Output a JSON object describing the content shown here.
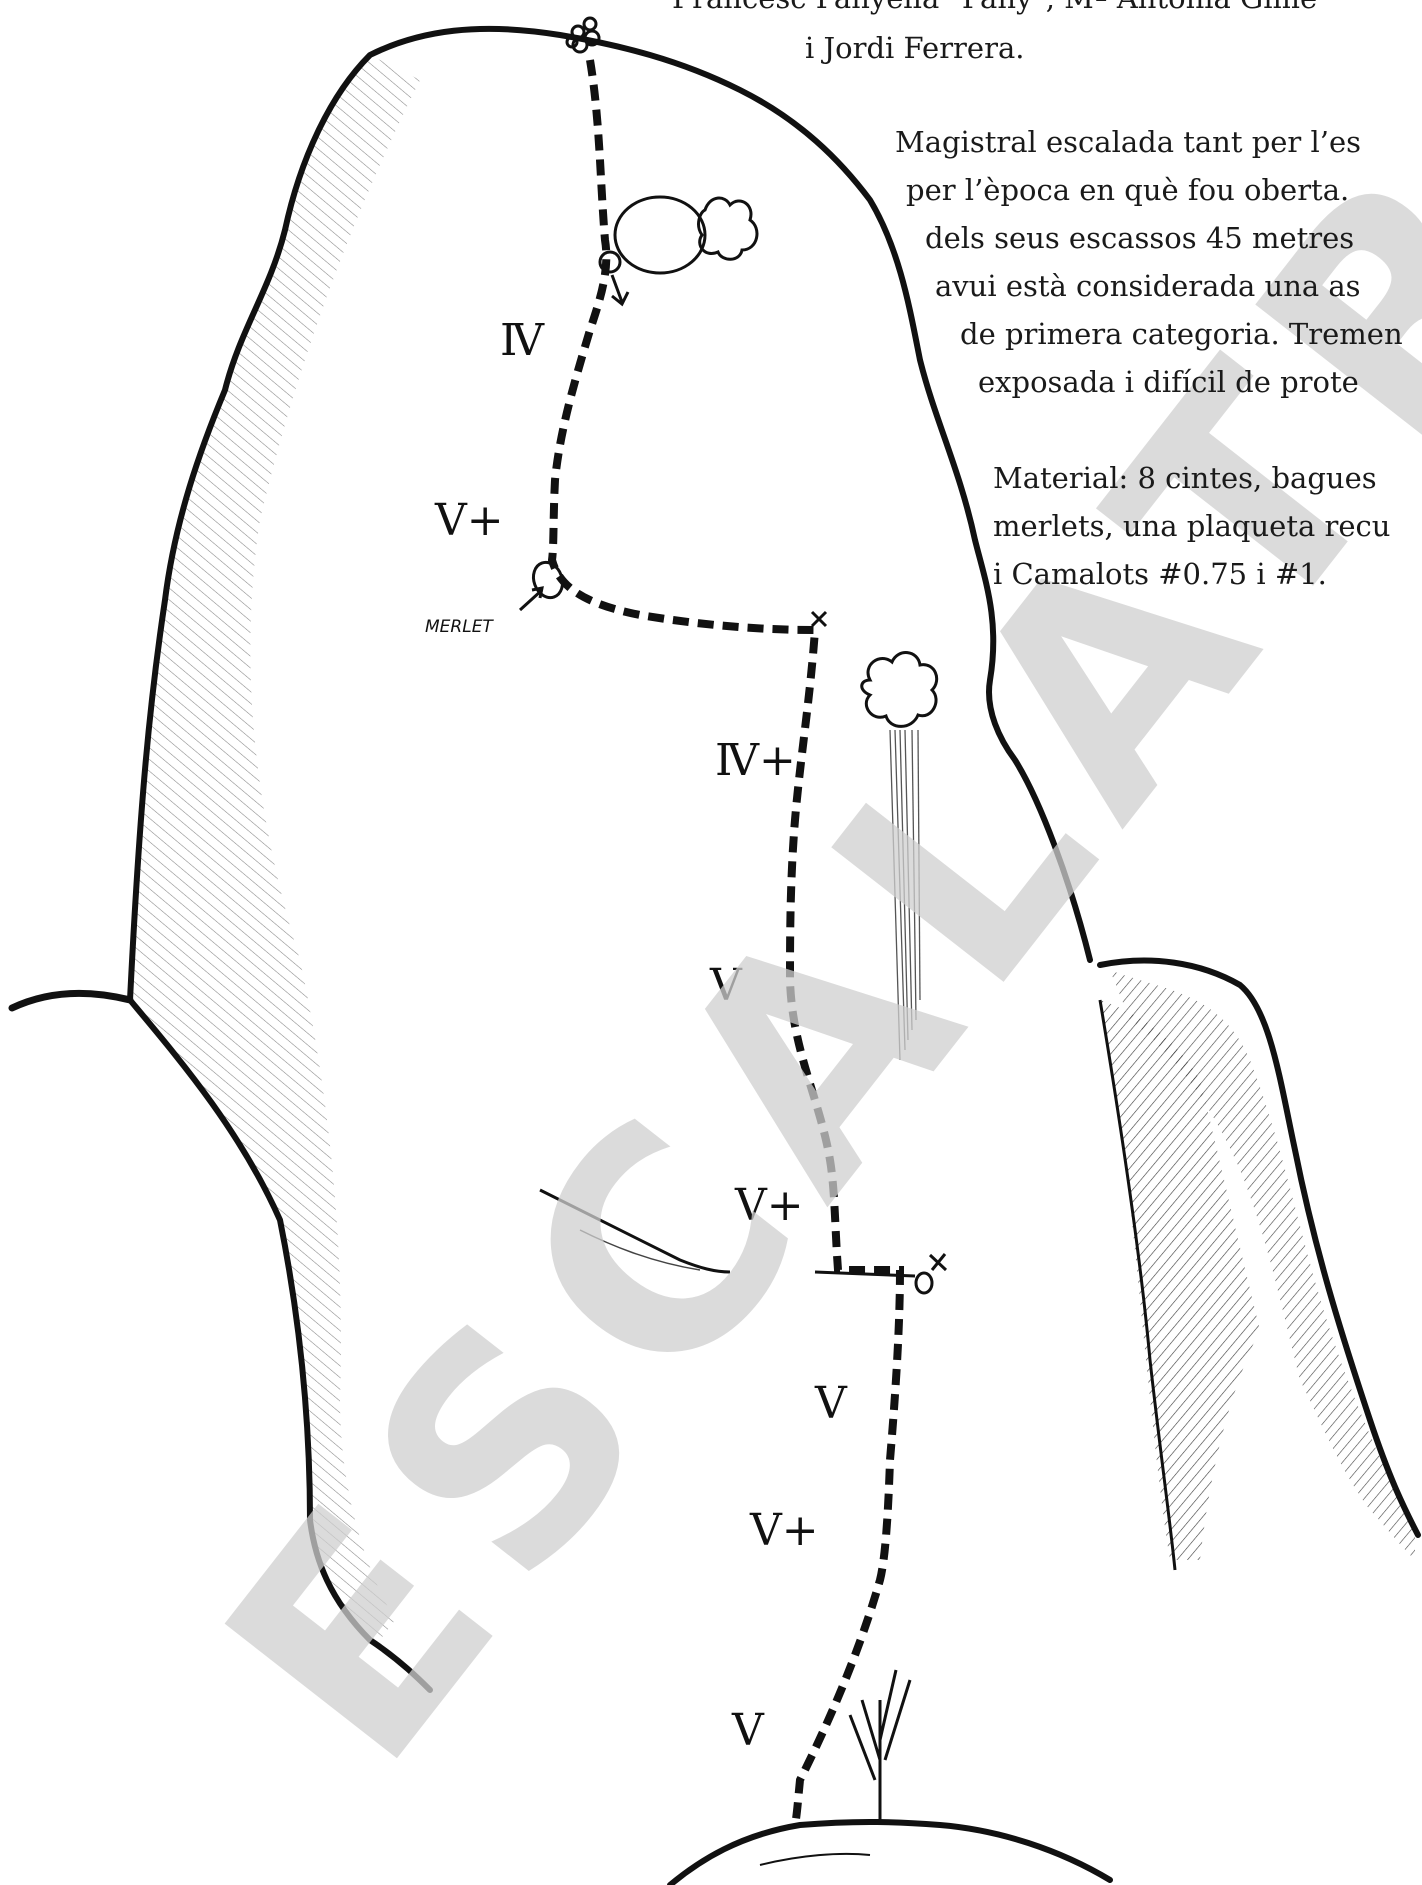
{
  "text": {
    "credits": [
      "Francesc Pahyella \"Pany\", Mª Antònia Gimé",
      "i Jordi Ferrera."
    ],
    "description": [
      "Magistral escalada tant per l’es",
      "per l’època en què fou oberta. ",
      "dels seus escassos 45 metres",
      "avui està considerada una as",
      "de primera categoria. Tremen",
      "exposada i difícil de prote"
    ],
    "material": [
      "Material: 8 cintes, bagues",
      "merlets, una plaqueta recu",
      "i Camalots #0.75 i #1."
    ]
  },
  "grades": [
    "Ⅳ",
    "V+",
    "MERLET",
    "Ⅳ+",
    "V",
    "V+",
    "V",
    "V+",
    "V"
  ],
  "watermark": "ESCALATROC",
  "colors": {
    "ink": "#111111",
    "watermark": "#cfcfcf",
    "paper": "#ffffff"
  }
}
